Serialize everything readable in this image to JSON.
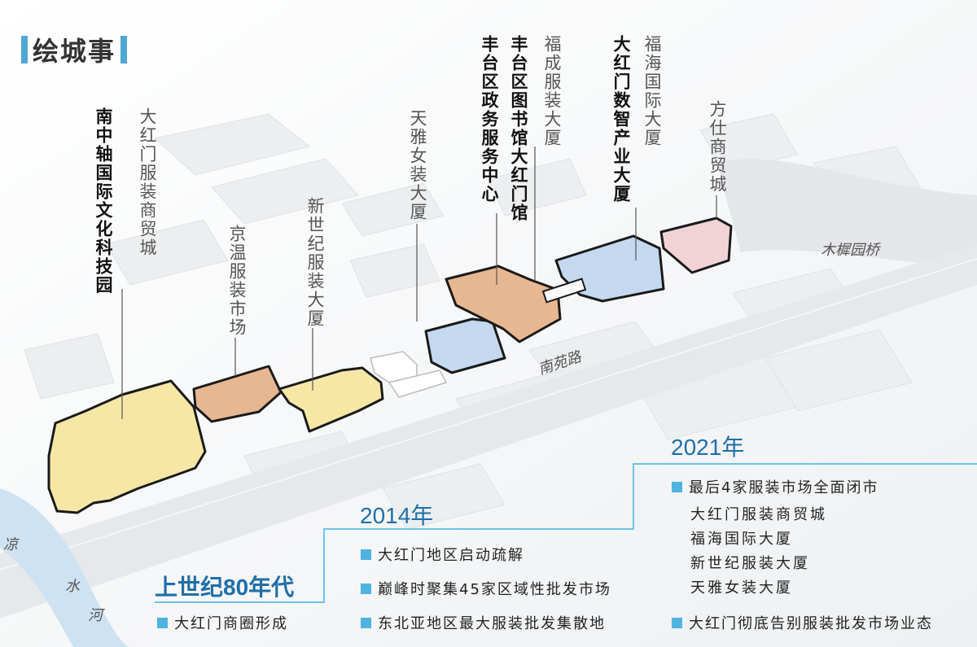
{
  "title": "绘城事",
  "buildings": [
    {
      "name": "大红门服装商贸城",
      "style": "gray"
    },
    {
      "name": "南中轴国际文化科技园",
      "style": "dark"
    },
    {
      "name": "京温服装市场",
      "style": "gray"
    },
    {
      "name": "新世纪服装大厦",
      "style": "gray"
    },
    {
      "name": "天雅女装大厦",
      "style": "gray"
    },
    {
      "name": "丰台区政务服务中心",
      "style": "dark"
    },
    {
      "name": "丰台区图书馆大红门馆",
      "style": "dark"
    },
    {
      "name": "福成服装大厦",
      "style": "gray"
    },
    {
      "name": "大红门数智产业大厦",
      "style": "dark"
    },
    {
      "name": "福海国际大厦",
      "style": "gray"
    },
    {
      "name": "方仕商贸城",
      "style": "gray"
    }
  ],
  "map_labels": {
    "bridge": "木樨园桥",
    "road": "南苑路",
    "river_1": "凉",
    "river_2": "水",
    "river_3": "河"
  },
  "timeline": [
    {
      "year": "上世纪80年代",
      "items": [
        "大红门商圈形成"
      ]
    },
    {
      "year": "2014年",
      "items": [
        "大红门地区启动疏解",
        "巅峰时聚集45家区域性批发市场",
        "东北亚地区最大服装批发集散地"
      ]
    },
    {
      "year": "2021年",
      "items": [
        "最后4家服装市场全面闭市",
        "大红门彻底告别服装批发市场业态"
      ],
      "sub_items": [
        "大红门服装商贸城",
        "福海国际大厦",
        "新世纪服装大厦",
        "天雅女装大厦"
      ]
    }
  ],
  "colors": {
    "accent": "#4fb3e0",
    "year_text": "#1f6fa8",
    "building_yellow": "#f6e7a6",
    "building_tan": "#e6b791",
    "building_blue": "#c4d9ef",
    "building_pink": "#f1d3d6"
  }
}
